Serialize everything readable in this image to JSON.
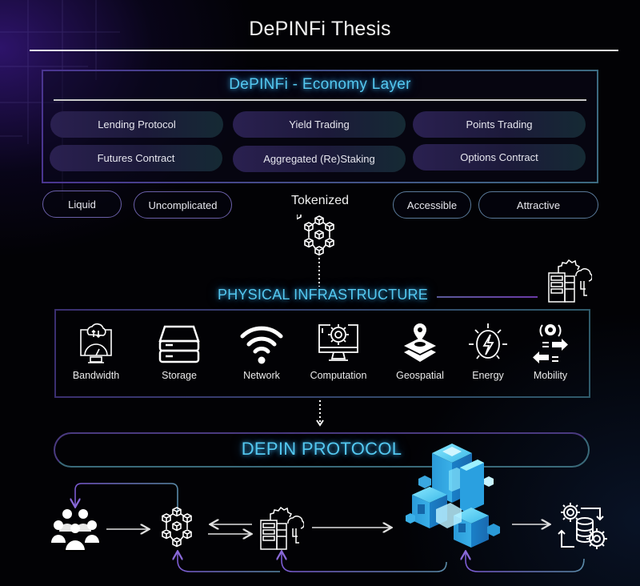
{
  "header": {
    "title": "DePINFi Thesis"
  },
  "economy_layer": {
    "title": "DePINFi -  Economy Layer",
    "items": [
      "Lending Protocol",
      "Yield Trading",
      "Points Trading",
      "Futures Contract",
      "Aggregated (Re)Staking",
      "Options Contract"
    ]
  },
  "attributes": {
    "left": [
      "Liquid",
      "Uncomplicated"
    ],
    "center": "Tokenized",
    "right": [
      "Accessible",
      "Attractive"
    ]
  },
  "physical_infrastructure": {
    "title": "PHYSICAL INFRASTRUCTURE",
    "items": [
      {
        "label": "Bandwidth",
        "icon": "bandwidth-icon"
      },
      {
        "label": "Storage",
        "icon": "storage-icon"
      },
      {
        "label": "Network",
        "icon": "wifi-icon"
      },
      {
        "label": "Computation",
        "icon": "computation-icon"
      },
      {
        "label": "Geospatial",
        "icon": "geospatial-icon"
      },
      {
        "label": "Energy",
        "icon": "energy-icon"
      },
      {
        "label": "Mobility",
        "icon": "mobility-icon"
      }
    ]
  },
  "protocol": {
    "title": "DEPIN PROTOCOL",
    "flow": [
      "users-icon",
      "blockchain-icon",
      "server-cloud-icon",
      "depin-cubes-graphic",
      "data-gears-icon"
    ]
  },
  "colors": {
    "accent_cyan": "#54c8f0",
    "accent_purple": "#6a5fa8",
    "background": "#000000"
  }
}
